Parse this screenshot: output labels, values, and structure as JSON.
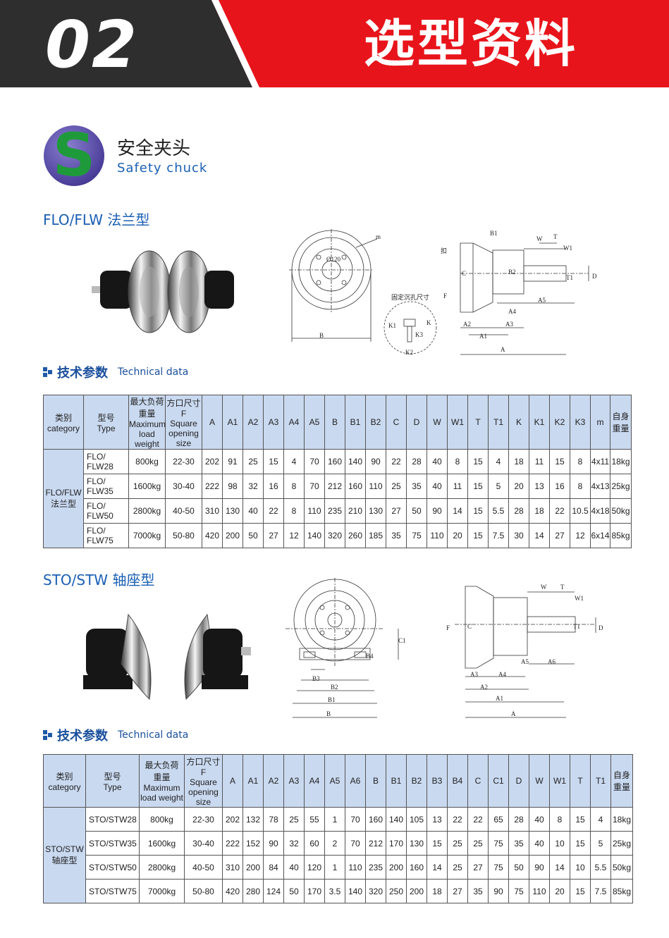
{
  "header": {
    "number": "02",
    "title": "选型资料"
  },
  "section": {
    "logo_letter": "S",
    "title_cn": "安全夹头",
    "title_en": "Safety chuck"
  },
  "flo": {
    "title": "FLO/FLW 法兰型",
    "drawing_labels": {
      "m": "m",
      "pcd": "Ø120",
      "hole_note": "固定沉孔尺寸",
      "B": "B",
      "B1": "B1",
      "B2": "B2",
      "W": "W",
      "T": "T",
      "W1": "W1",
      "T1": "T1",
      "D": "D",
      "C": "C",
      "F": "F",
      "A": "A",
      "A1": "A1",
      "A2": "A2",
      "A3": "A3",
      "A4": "A4",
      "A5": "A5",
      "K": "K",
      "K1": "K1",
      "K2": "K2",
      "K3": "K3",
      "kou": "扣"
    },
    "td_cn": "技术参数",
    "td_en": "Technical data",
    "header": {
      "category_cn": "类别",
      "category_en": "category",
      "type_cn": "型号",
      "type_en": "Type",
      "load_l1": "最大负荷",
      "load_l2": "重量",
      "load_l3": "Maximum",
      "load_l4": "load",
      "load_l5": "weight",
      "sq_l1": "方口尺寸",
      "sq_l2": "F",
      "sq_l3": "Square",
      "sq_l4": "opening",
      "sq_l5": "size",
      "cols": [
        "A",
        "A1",
        "A2",
        "A3",
        "A4",
        "A5",
        "B",
        "B1",
        "B2",
        "C",
        "D",
        "W",
        "W1",
        "T",
        "T1",
        "K",
        "K1",
        "K2",
        "K3",
        "m"
      ],
      "weight_l1": "自身",
      "weight_l2": "重量"
    },
    "category_l1": "FLO/FLW",
    "category_l2": "法兰型",
    "rows": [
      {
        "type_l1": "FLO/",
        "type_l2": "FLW28",
        "load": "800kg",
        "sq": "22-30",
        "vals": [
          "202",
          "91",
          "25",
          "15",
          "4",
          "70",
          "160",
          "140",
          "90",
          "22",
          "28",
          "40",
          "8",
          "15",
          "4",
          "18",
          "11",
          "15",
          "8",
          "4x11"
        ],
        "weight": "18kg"
      },
      {
        "type_l1": "FLO/",
        "type_l2": "FLW35",
        "load": "1600kg",
        "sq": "30-40",
        "vals": [
          "222",
          "98",
          "32",
          "16",
          "8",
          "70",
          "212",
          "160",
          "110",
          "25",
          "35",
          "40",
          "11",
          "15",
          "5",
          "20",
          "13",
          "16",
          "8",
          "4x13"
        ],
        "weight": "25kg"
      },
      {
        "type_l1": "FLO/",
        "type_l2": "FLW50",
        "load": "2800kg",
        "sq": "40-50",
        "vals": [
          "310",
          "130",
          "40",
          "22",
          "8",
          "110",
          "235",
          "210",
          "130",
          "27",
          "50",
          "90",
          "14",
          "15",
          "5.5",
          "28",
          "18",
          "22",
          "10.5",
          "4x18"
        ],
        "weight": "50kg"
      },
      {
        "type_l1": "FLO/",
        "type_l2": "FLW75",
        "load": "7000kg",
        "sq": "50-80",
        "vals": [
          "420",
          "200",
          "50",
          "27",
          "12",
          "140",
          "320",
          "260",
          "185",
          "35",
          "75",
          "110",
          "20",
          "15",
          "7.5",
          "30",
          "14",
          "27",
          "12",
          "6x14"
        ],
        "weight": "85kg"
      }
    ]
  },
  "sto": {
    "title": "STO/STW 轴座型",
    "drawing_labels": {
      "C1": "C1",
      "B": "B",
      "B1": "B1",
      "B2": "B2",
      "B3": "B3",
      "B4": "B4",
      "W": "W",
      "T": "T",
      "W1": "W1",
      "T1": "T1",
      "D": "D",
      "F": "F",
      "C": "C",
      "A": "A",
      "A1": "A1",
      "A2": "A2",
      "A3": "A3",
      "A4": "A4",
      "A5": "A5",
      "A6": "A6"
    },
    "td_cn": "技术参数",
    "td_en": "Technical data",
    "header": {
      "category_cn": "类别",
      "category_en": "category",
      "type_cn": "型号",
      "type_en": "Type",
      "load_l1": "最大负荷",
      "load_l2": "重量",
      "load_l3": "Maximum",
      "load_l4": "load weight",
      "sq_l1": "方口尺寸",
      "sq_l2": "F",
      "sq_l3": "Square",
      "sq_l4": "opening",
      "sq_l5": "size",
      "cols": [
        "A",
        "A1",
        "A2",
        "A3",
        "A4",
        "A5",
        "A6",
        "B",
        "B1",
        "B2",
        "B3",
        "B4",
        "C",
        "C1",
        "D",
        "W",
        "W1",
        "T",
        "T1"
      ],
      "weight_l1": "自身",
      "weight_l2": "重量"
    },
    "category_l1": "STO/STW",
    "category_l2": "轴座型",
    "rows": [
      {
        "type": "STO/STW28",
        "load": "800kg",
        "sq": "22-30",
        "vals": [
          "202",
          "132",
          "78",
          "25",
          "55",
          "1",
          "70",
          "160",
          "140",
          "105",
          "13",
          "22",
          "22",
          "65",
          "28",
          "40",
          "8",
          "15",
          "4"
        ],
        "weight": "18kg"
      },
      {
        "type": "STO/STW35",
        "load": "1600kg",
        "sq": "30-40",
        "vals": [
          "222",
          "152",
          "90",
          "32",
          "60",
          "2",
          "70",
          "212",
          "170",
          "130",
          "15",
          "25",
          "25",
          "75",
          "35",
          "40",
          "10",
          "15",
          "5"
        ],
        "weight": "25kg"
      },
      {
        "type": "STO/STW50",
        "load": "2800kg",
        "sq": "40-50",
        "vals": [
          "310",
          "200",
          "84",
          "40",
          "120",
          "1",
          "110",
          "235",
          "200",
          "160",
          "14",
          "25",
          "27",
          "75",
          "50",
          "90",
          "14",
          "10",
          "5.5"
        ],
        "weight": "50kg"
      },
      {
        "type": "STO/STW75",
        "load": "7000kg",
        "sq": "50-80",
        "vals": [
          "420",
          "280",
          "124",
          "50",
          "170",
          "3.5",
          "140",
          "320",
          "250",
          "200",
          "18",
          "27",
          "35",
          "90",
          "75",
          "110",
          "20",
          "15",
          "7.5"
        ],
        "weight": "85kg"
      }
    ]
  }
}
